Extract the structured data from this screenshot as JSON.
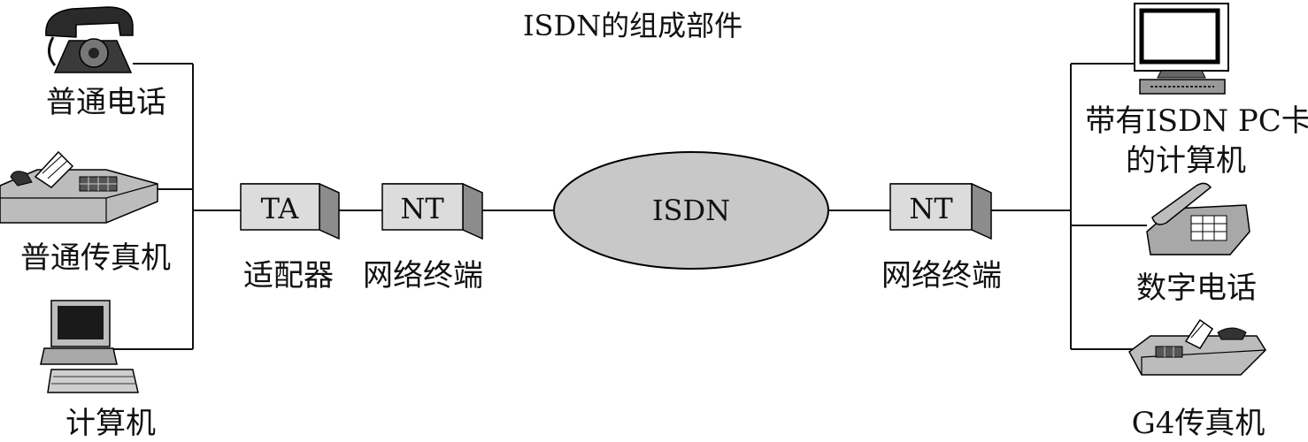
{
  "title": "ISDN的组成部件",
  "network": {
    "label": "ISDN"
  },
  "left_devices": [
    {
      "label": "普通电话",
      "icon": "telephone-icon"
    },
    {
      "label": "普通传真机",
      "icon": "fax-machine-icon"
    },
    {
      "label": "计算机",
      "icon": "computer-icon"
    }
  ],
  "adapter": {
    "box_label": "TA",
    "caption": "适配器"
  },
  "left_nt": {
    "box_label": "NT",
    "caption": "网络终端"
  },
  "right_nt": {
    "box_label": "NT",
    "caption": "网络终端"
  },
  "right_devices": [
    {
      "label_line1": "带有ISDN PC卡",
      "label_line2": "的计算机",
      "icon": "isdn-pc-icon"
    },
    {
      "label": "数字电话",
      "icon": "digital-phone-icon"
    },
    {
      "label": "G4传真机",
      "icon": "g4-fax-icon"
    }
  ],
  "colors": {
    "line": "#111111",
    "box_front": "#dcdcdc",
    "box_side": "#8c8c8c",
    "box_top": "#bdbdbd",
    "cloud": "#c8c8c8"
  }
}
